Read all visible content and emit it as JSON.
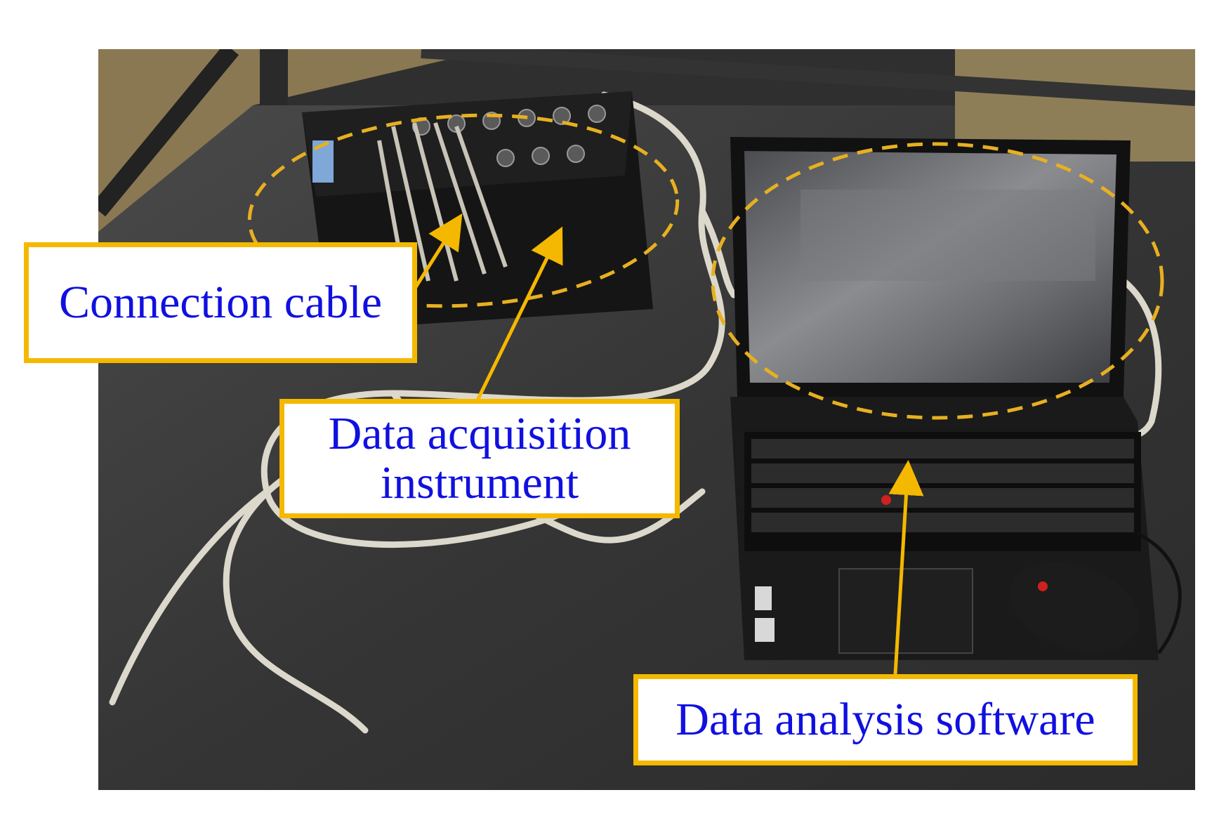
{
  "labels": {
    "connection_cable": "Connection cable",
    "data_acquisition_line1": "Data acquisition",
    "data_acquisition_line2": "instrument",
    "data_analysis_software": "Data analysis software"
  },
  "colors": {
    "label_text": "#1010e0",
    "label_border": "#f5b800",
    "arrow": "#f5b800",
    "dashed_ellipse": "#e8b020",
    "ground": "#3a3a3a",
    "grass": "#8a7a55"
  },
  "icons": [
    "laptop-illustration",
    "daq-box-illustration",
    "mouse-illustration",
    "cable-illustration"
  ]
}
